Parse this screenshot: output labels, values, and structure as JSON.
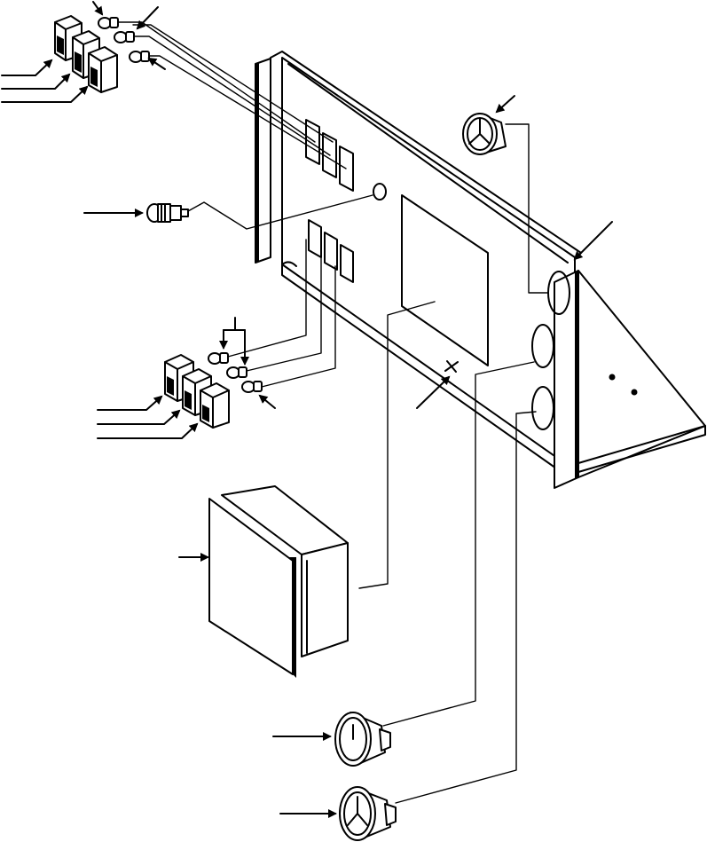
{
  "figure": {
    "type": "exploded-parts-diagram",
    "line_color": "#000000",
    "background": "#ffffff",
    "parts": [
      {
        "id": "rocker-switch-upper-set",
        "icon": "rocker-switch-icon",
        "count": 3
      },
      {
        "id": "indicator-lamp-upper-set",
        "icon": "lamp-bulb-icon",
        "count": 3
      },
      {
        "id": "push-button-switch",
        "icon": "push-button-icon",
        "count": 1
      },
      {
        "id": "dial-gauge-top",
        "icon": "gauge-icon",
        "count": 1
      },
      {
        "id": "control-panel",
        "icon": "panel-icon",
        "count": 1
      },
      {
        "id": "rocker-switch-lower-set",
        "icon": "rocker-switch-icon",
        "count": 3
      },
      {
        "id": "indicator-lamp-lower-set",
        "icon": "lamp-bulb-icon",
        "count": 3
      },
      {
        "id": "meter-box",
        "icon": "meter-box-icon",
        "count": 1
      },
      {
        "id": "dial-gauge-lower-1",
        "icon": "gauge-icon",
        "count": 1
      },
      {
        "id": "dial-gauge-lower-2",
        "icon": "gauge-icon",
        "count": 1
      },
      {
        "id": "mounting-screw",
        "icon": "screw-icon",
        "count": 1
      }
    ]
  }
}
